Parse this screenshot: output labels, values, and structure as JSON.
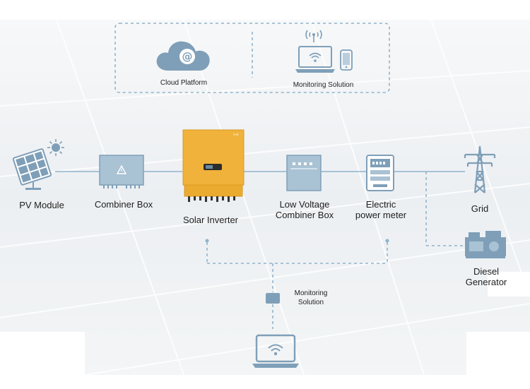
{
  "cloud_section": {
    "cloud_label": "Cloud Platform",
    "monitoring_label": "Monitoring Solution"
  },
  "components": {
    "pv_module": "PV Module",
    "combiner_box": "Combiner Box",
    "solar_inverter": "Solar Inverter",
    "low_voltage_combiner_line1": "Low Voltage",
    "low_voltage_combiner_line2": "Combiner Box",
    "electric_meter_line1": "Electric",
    "electric_meter_line2": "power meter",
    "grid": "Grid",
    "diesel_line1": "Diesel",
    "diesel_line2": "Generator"
  },
  "bottom_monitoring": {
    "line1": "Monitoring",
    "line2": "Solution"
  },
  "colors": {
    "line": "#8fb3cc",
    "icon": "#7f9fb8",
    "inverter": "#f0b23a",
    "panel_bg": "#eef1f3"
  },
  "icons": [
    "sun-icon",
    "solar-panel-icon",
    "combiner-box-icon",
    "inverter-icon",
    "low-voltage-combiner-icon",
    "meter-icon",
    "transmission-tower-icon",
    "generator-icon",
    "cloud-icon",
    "wifi-icon",
    "laptop-icon",
    "phone-icon",
    "monitoring-module-icon"
  ]
}
